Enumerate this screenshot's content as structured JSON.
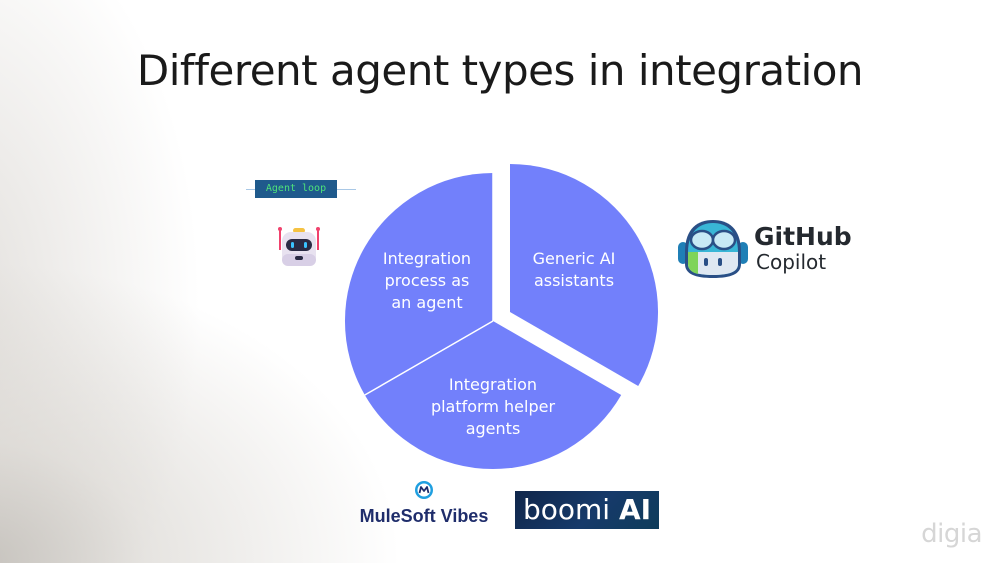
{
  "slide": {
    "title": "Different agent types in integration"
  },
  "diagram": {
    "type": "exploded-pie",
    "fill_color": "#7280fb",
    "segments": [
      {
        "label_lines": [
          "Integration",
          "process as",
          "an agent"
        ],
        "share": 33.3,
        "exploded": false
      },
      {
        "label_lines": [
          "Generic AI",
          "assistants"
        ],
        "share": 33.3,
        "exploded": true
      },
      {
        "label_lines": [
          "Integration",
          "platform helper",
          "agents"
        ],
        "share": 33.3,
        "exploded": false
      }
    ]
  },
  "annotations": {
    "agent_loop": "Agent loop",
    "robot_icon": "robot-icon"
  },
  "logos": {
    "github_copilot": {
      "line1": "GitHub",
      "line2": "Copilot"
    },
    "mulesoft": {
      "name": "MuleSoft Vibes",
      "mark": "M"
    },
    "boomi": {
      "word": "boomi",
      "ai": "AI"
    },
    "brand": "digia"
  }
}
